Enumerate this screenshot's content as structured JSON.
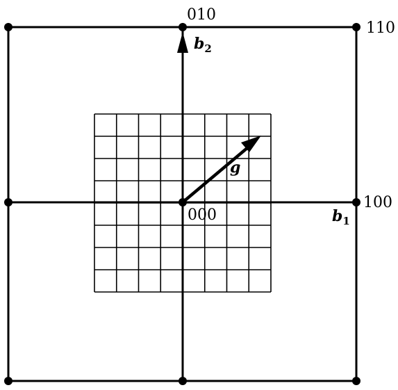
{
  "diagram": {
    "lattice_points": {
      "origin": "000",
      "b1_point": "100",
      "b2_point": "010",
      "b1_b2_point": "110"
    },
    "vectors": {
      "b1": {
        "symbol": "b",
        "subscript": "1"
      },
      "b2": {
        "symbol": "b",
        "subscript": "2"
      },
      "g": {
        "symbol": "g"
      }
    },
    "fine_grid": {
      "columns": 8,
      "rows": 8
    }
  },
  "colors": {
    "line": "#000000",
    "background": "#ffffff"
  }
}
